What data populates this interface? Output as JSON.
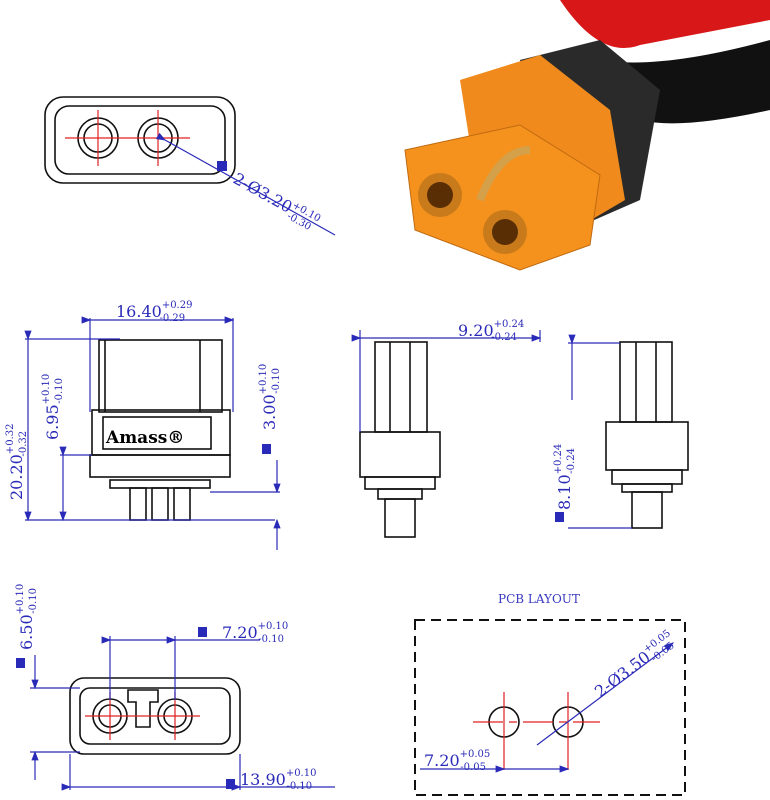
{
  "top_view": {
    "dim": {
      "value": "2-Ø3.20",
      "upper": "+0.10",
      "lower": "-0.30"
    }
  },
  "front_view": {
    "logo": "Amass®",
    "width_dim": {
      "value": "16.40",
      "upper": "+0.29",
      "lower": "-0.29"
    },
    "height_dim": {
      "value": "20.20",
      "upper": "+0.32",
      "lower": "-0.32"
    },
    "body_dim": {
      "value": "6.95",
      "upper": "+0.10",
      "lower": "-0.10"
    },
    "pin_dim": {
      "value": "3.00",
      "upper": "+0.10",
      "lower": "-0.10"
    }
  },
  "side_view": {
    "width_dim": {
      "value": "9.20",
      "upper": "+0.24",
      "lower": "-0.24"
    }
  },
  "rear_view": {
    "height_dim": {
      "value": "8.10",
      "upper": "+0.24",
      "lower": "-0.24"
    }
  },
  "bottom_view": {
    "height_dim": {
      "value": "6.50",
      "upper": "+0.10",
      "lower": "-0.10"
    },
    "pitch_dim": {
      "value": "7.20",
      "upper": "+0.10",
      "lower": "-0.10"
    },
    "width_dim": {
      "value": "13.90",
      "upper": "+0.10",
      "lower": "-0.10"
    }
  },
  "pcb_layout": {
    "title": "PCB LAYOUT",
    "hole_dim": {
      "value": "2-Ø3.50",
      "upper": "+0.05",
      "lower": "-0.05"
    },
    "pitch_dim": {
      "value": "7.20",
      "upper": "+0.05",
      "lower": "-0.05"
    }
  },
  "colors": {
    "dimension": "#2a2ab8",
    "centerline": "#e02020",
    "connector": "#f08a1c",
    "cable_red": "#d81818"
  }
}
